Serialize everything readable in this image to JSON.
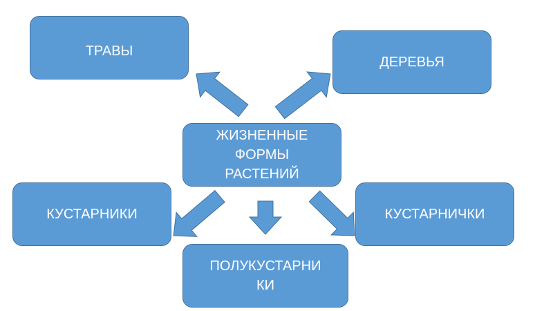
{
  "colors": {
    "fill": "#5b9bd5",
    "border": "#41719c",
    "text": "#ffffff"
  },
  "center": {
    "lines": [
      "ЖИЗНЕННЫЕ",
      "ФОРМЫ",
      "РАСТЕНИЙ"
    ]
  },
  "nodes": {
    "herbs": "ТРАВЫ",
    "trees": "ДЕРЕВЬЯ",
    "shrubs": "КУСТАРНИКИ",
    "shrublets": "КУСТАРНИЧКИ",
    "subshrubs": [
      "ПОЛУКУСТАРНИ",
      "КИ"
    ]
  }
}
